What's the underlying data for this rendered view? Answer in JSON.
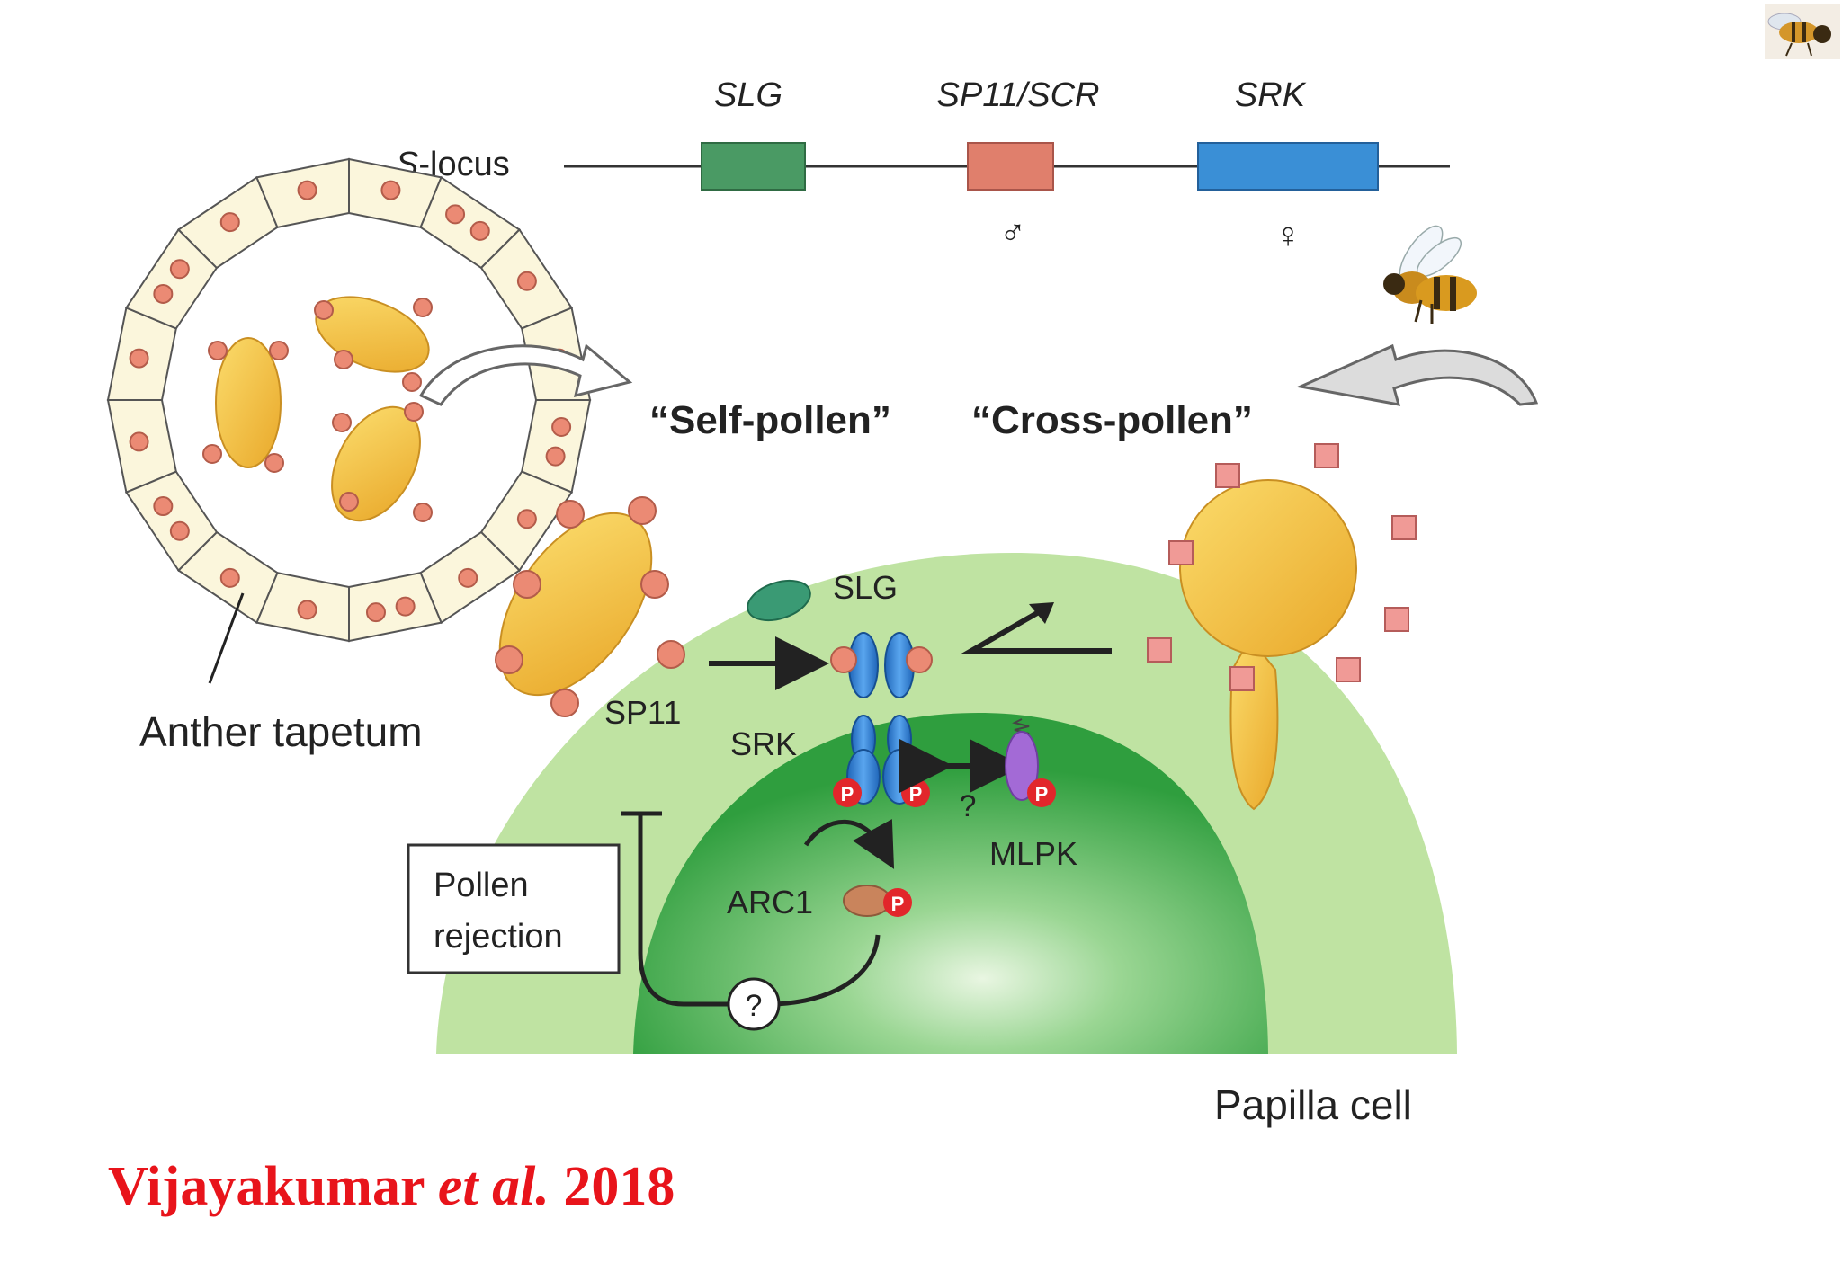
{
  "gene_map": {
    "locus_label_italic": "S",
    "locus_label_rest": "-locus",
    "genes": [
      {
        "name": "SLG",
        "color": "#4a9a64",
        "sex_symbol": ""
      },
      {
        "name": "SP11/SCR",
        "color": "#e07f6c",
        "sex_symbol": "♂"
      },
      {
        "name": "SRK",
        "color": "#3a8fd6",
        "sex_symbol": "♀"
      }
    ]
  },
  "labels": {
    "self_pollen": "“Self-pollen”",
    "cross_pollen": "“Cross-pollen”",
    "anther_tapetum": "Anther tapetum",
    "sp11": "SP11",
    "slg": "SLG",
    "srk": "SRK",
    "mlpk": "MLPK",
    "arc1": "ARC1",
    "pollen_rejection_line1": "Pollen",
    "pollen_rejection_line2": "rejection",
    "question_mark": "?",
    "phospho": "P",
    "papilla_cell": "Papilla cell"
  },
  "colors": {
    "pollen": "#f0bc3a",
    "sp11_ligand": "#e8836d",
    "cross_ligand": "#f08f8f",
    "papilla_outer": "#bfe3a2",
    "papilla_inner": "#3aa64a",
    "srk": "#2f7fcf",
    "mlpk": "#a36ad6",
    "arc1": "#c9845c",
    "phospho": "#e2262b",
    "citation": "#e8141b"
  },
  "citation": {
    "author": "Vijayakumar",
    "etal": "et al.",
    "year": "2018"
  },
  "icons": [
    "bee-icon",
    "corner-bee-icon"
  ]
}
